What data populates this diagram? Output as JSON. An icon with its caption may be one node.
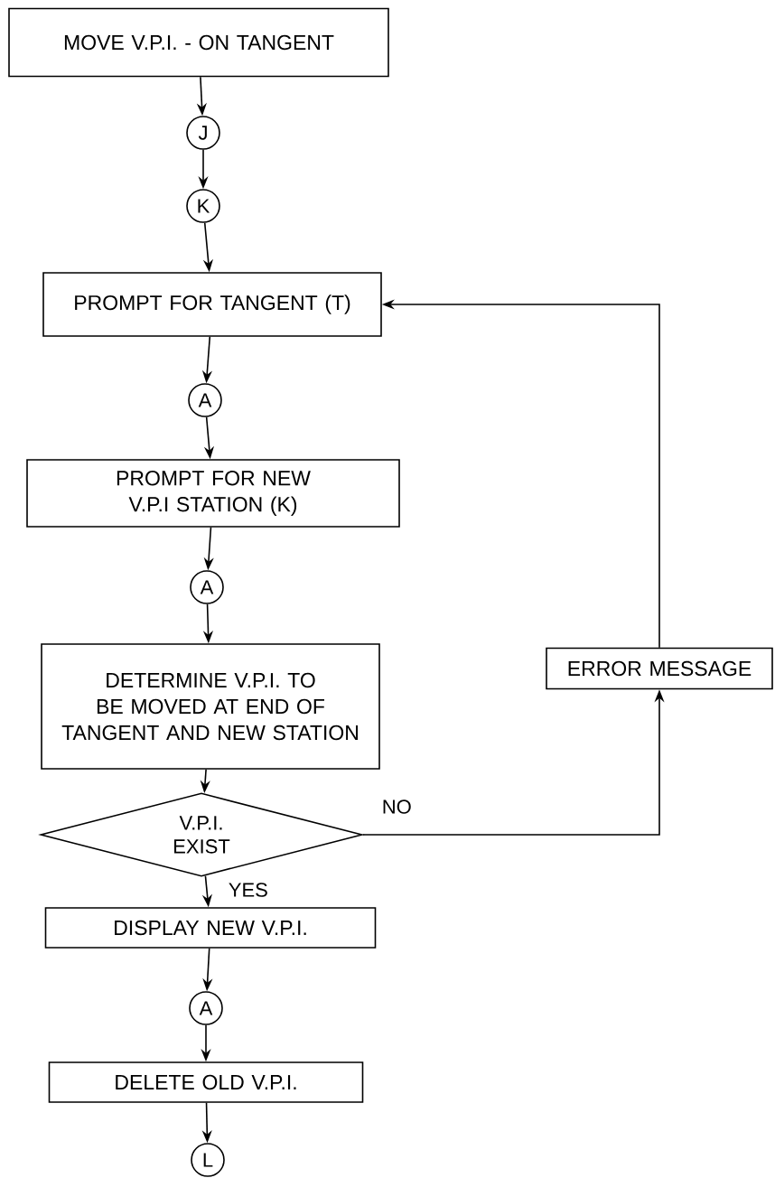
{
  "diagram": {
    "nodes": [
      {
        "text": [
          "MOVE V.P.I. - ON TANGENT"
        ]
      },
      {
        "text": [
          "J"
        ]
      },
      {
        "text": [
          "K"
        ]
      },
      {
        "text": [
          "PROMPT FOR TANGENT (T)"
        ]
      },
      {
        "text": [
          "A"
        ]
      },
      {
        "text": [
          "PROMPT FOR NEW V.P.I STATION (K)"
        ]
      },
      {
        "text": [
          "A"
        ]
      },
      {
        "text": [
          "DETERMINE V.P.I. TO BE MOVED AT END OF TANGENT AND NEW STATION"
        ]
      },
      {
        "text": [
          "V.P.I. EXIST"
        ]
      },
      {
        "text": [
          "DISPLAY NEW V.P.I."
        ]
      },
      {
        "text": [
          "A"
        ]
      },
      {
        "text": [
          "DELETE OLD V.P.I."
        ]
      },
      {
        "text": [
          "L"
        ]
      },
      {
        "text": [
          "ERROR MESSAGE"
        ]
      }
    ],
    "edges": [
      {
        "from": 0,
        "to": 1,
        "arrow": "to"
      },
      {
        "from": 1,
        "to": 2,
        "arrow": "to"
      },
      {
        "from": 2,
        "to": 3,
        "arrow": "to"
      },
      {
        "from": 3,
        "to": 4,
        "arrow": "to"
      },
      {
        "from": 4,
        "to": 5,
        "arrow": "to"
      },
      {
        "from": 5,
        "to": 6,
        "arrow": "to"
      },
      {
        "from": 6,
        "to": 7,
        "arrow": "to"
      },
      {
        "from": 7,
        "to": 8,
        "arrow": "to"
      },
      {
        "from": 8,
        "to": 9,
        "arrow": "to",
        "label": "YES"
      },
      {
        "from": 9,
        "to": 10,
        "arrow": "to"
      },
      {
        "from": 10,
        "to": 11,
        "arrow": "to"
      },
      {
        "from": 11,
        "to": 12,
        "arrow": "to"
      },
      {
        "from": 8,
        "to": 13,
        "arrow": "to",
        "label": "NO"
      },
      {
        "from": 13,
        "to": 3,
        "arrow": "to"
      }
    ]
  }
}
